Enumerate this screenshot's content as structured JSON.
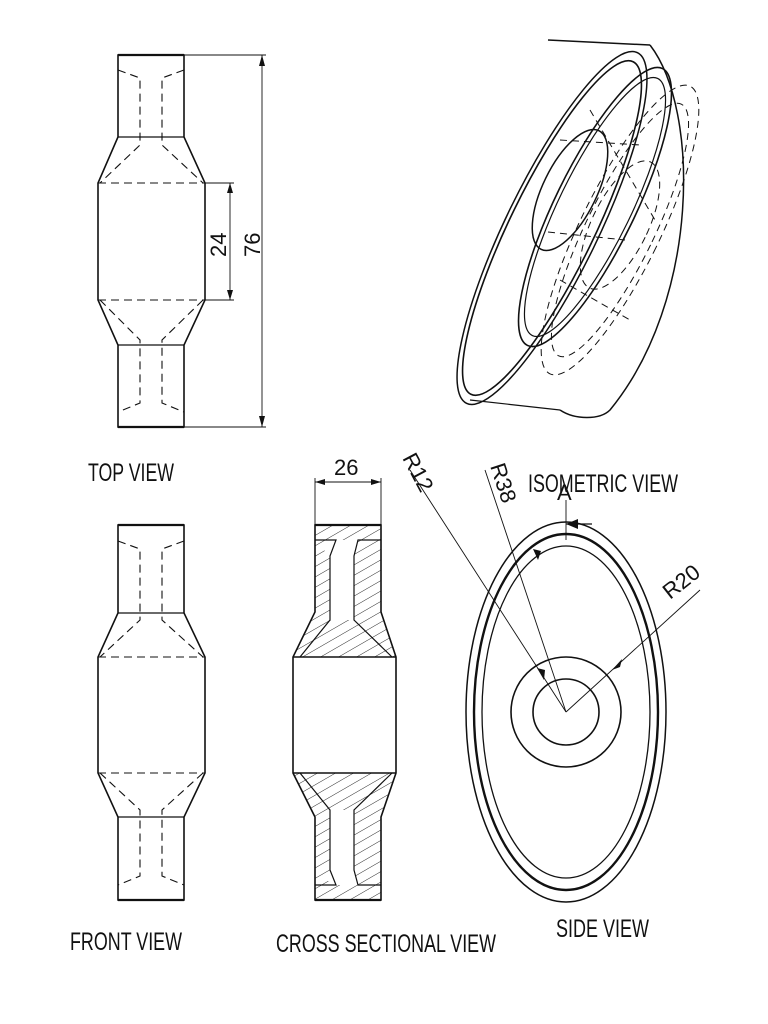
{
  "labels": {
    "top_view": "TOP VIEW",
    "front_view": "FRONT VIEW",
    "cross_sectional_view": "CROSS SECTIONAL VIEW",
    "isometric_view": "ISOMETRIC VIEW",
    "side_view": "SIDE VIEW"
  },
  "dimensions": {
    "hub_length": "24",
    "overall_diameter": "76",
    "width": "26",
    "r12": "R12",
    "r38": "R38",
    "r20": "R20"
  },
  "section_marker": "A",
  "colors": {
    "line": "#111111",
    "paper": "#ffffff"
  }
}
